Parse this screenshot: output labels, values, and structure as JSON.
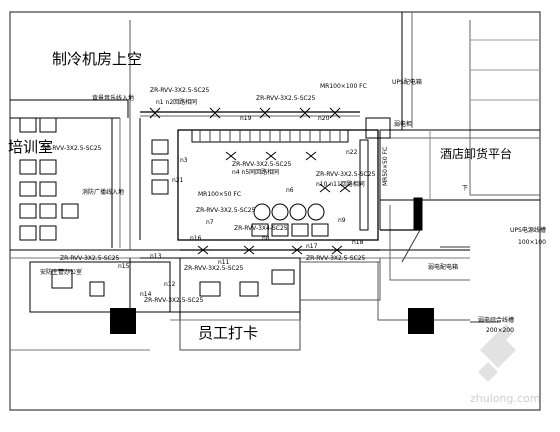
{
  "rooms": {
    "cold_room_above": "制冷机房上空",
    "training_room": "培训室",
    "hotel_platform": "酒店卸货平台",
    "staff_card": "员工打卡",
    "dispatch_office": "安防主管办公室"
  },
  "annotations": {
    "bg_music": "背景音乐线入地",
    "broadcast": "消防广播线入地",
    "mr_tray_top": "MR100×100 FC",
    "ups_top": "UPS配电箱",
    "eq_box": "弱电柜",
    "mr_vertical": "MR50×50 FC",
    "hotel_down": "下",
    "ups_tray": "UPS电源线槽",
    "ups_size": "100×100",
    "power_box": "弱电配电箱",
    "weak_tray": "弱电综合线槽",
    "weak_size": "200×200",
    "mr_mid": "MR100×50 FC",
    "cable_1": "ZR-RVV-3X2.5-SC25",
    "cable_2": "ZR-RVV-3X2.5-SC25",
    "cable_3": "ZR-RVV-3X2.5-SC25",
    "cable_4": "ZR-RVV-3X2.5-SC25",
    "cable_5": "ZR-RVV-3X2.5-SC25",
    "cable_6": "ZR-RVV-3X2.5-SC25",
    "cable_7": "ZR-RVV-3X2.5-SC25",
    "cable_8": "ZR-RVV-3X2.5-SC25",
    "cable_9": "ZR-RVV-3X4-SC25",
    "cable_10": "ZR-RVV-3X2.5-SC25",
    "cable_11": "ZR-RVV-3X2.5-SC25",
    "circuit_1": "n1 n2回路相同",
    "circuit_2": "n4 n5同回路相同",
    "circuit_3": "n10 n11回路相同",
    "n3": "n3",
    "n6": "n6",
    "n7": "n7",
    "n8": "n8",
    "n9": "n9",
    "n11b": "n11",
    "n12": "n12",
    "n13": "n13",
    "n14": "n14",
    "n15": "n15",
    "n16": "n16",
    "n17": "n17",
    "n18": "n18",
    "n19": "n19",
    "n20": "n20",
    "n21": "n21",
    "n22": "n22"
  },
  "watermark": {
    "brand": "zhulong.com"
  }
}
